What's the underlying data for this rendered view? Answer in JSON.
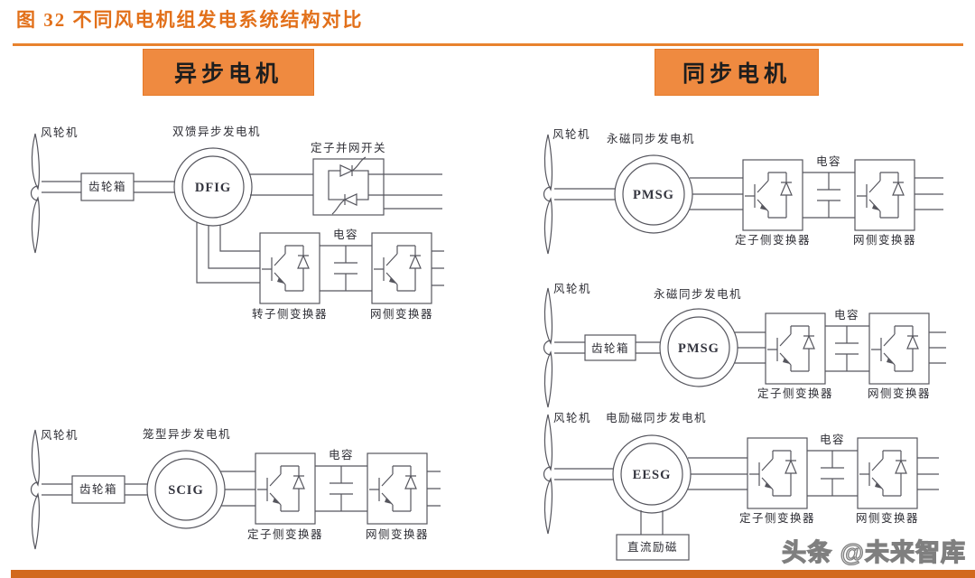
{
  "title": "图 32 不同风电机组发电系统结构对比",
  "headers": {
    "left": "异步电机",
    "right": "同步电机"
  },
  "shared_labels": {
    "wind_turbine": "风轮机",
    "gearbox": "齿轮箱",
    "capacitor": "电容",
    "stator_grid_switch": "定子并网开关"
  },
  "diagrams": {
    "left": [
      {
        "generator_code": "DFIG",
        "generator_name": "双馈异步发电机",
        "converters": [
          "转子侧变换器",
          "网侧变换器"
        ]
      },
      {
        "generator_code": "SCIG",
        "generator_name": "笼型异步发电机",
        "converters": [
          "定子侧变换器",
          "网侧变换器"
        ]
      }
    ],
    "right": [
      {
        "generator_code": "PMSG",
        "generator_name": "永磁同步发电机",
        "converters": [
          "定子侧变换器",
          "网侧变换器"
        ]
      },
      {
        "generator_code": "PMSG",
        "generator_name": "永磁同步发电机",
        "converters": [
          "定子侧变换器",
          "网侧变换器"
        ]
      },
      {
        "generator_code": "EESG",
        "generator_name": "电励磁同步发电机",
        "converters": [
          "定子侧变换器",
          "网侧变换器"
        ],
        "excitation": "直流励磁"
      }
    ]
  },
  "watermark": "头条 @未来智库",
  "colors": {
    "title_orange": "#E2701A",
    "header_fill": "#EF8A40",
    "rule_orange": "#E8822E",
    "bottom_bar": "#D2691E",
    "diagram_line": "#56565e"
  }
}
